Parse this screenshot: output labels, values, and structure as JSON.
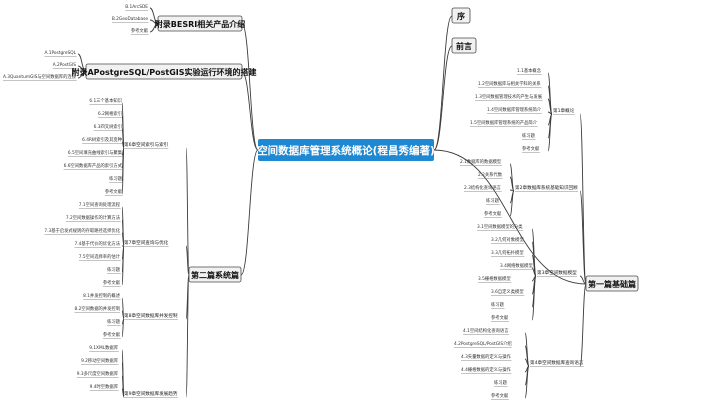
{
  "root": {
    "label": "空间数据库管理系统概论(程昌秀编著)"
  },
  "right": {
    "xu": "序",
    "qianyan": "前言",
    "part1": {
      "label": "第一篇基础篇",
      "chapters": [
        {
          "label": "第1章概论",
          "items": [
            "1.1基本概念",
            "1.2空间数据库与相关学科的关系",
            "1.3空间数据管理技术的产生与发展",
            "1.4空间数据库管理系统简介",
            "1.5空间数据库管理系统的产品简介",
            "练习题",
            "参考文献"
          ]
        },
        {
          "label": "第2章数据库系统基础知识回顾",
          "items": [
            "2.1数据库的数据模型",
            "2.2关系代数",
            "2.3结构化查询语言",
            "练习题",
            "参考文献"
          ]
        },
        {
          "label": "第3章空间数据模型",
          "items": [
            "3.1空间数据模型的分类",
            "3.2几何对象模型",
            "3.3几何拓扑模型",
            "3.4网络数据模型",
            "3.5栅格数据模型",
            "3.6自定义类模型",
            "练习题",
            "参考文献"
          ]
        },
        {
          "label": "第4章空间数据库查询语言",
          "items": [
            "4.1空间结构化查询语言",
            "4.2PostgreSQL/PostGIS介绍",
            "4.3矢量数据的定义与操作",
            "4.4栅格数据的定义与操作",
            "练习题",
            "参考文献"
          ]
        }
      ]
    }
  },
  "left": {
    "appendixB": {
      "label": "附录BESRI相关产品介绍",
      "items": [
        "B.1ArcSDE",
        "B.2GeoDatabase",
        "参考文献"
      ]
    },
    "appendixA": {
      "label": "附录APostgreSQL/PostGIS实验运行环境的搭建",
      "items": [
        "A.1PostgreSQL",
        "A.2PostGIS",
        "A.3QuantumGIS与空间数据库的连接"
      ]
    },
    "part2": {
      "label": "第二篇系统篇",
      "chapters": [
        {
          "label": "第6章空间索引与索引",
          "items": [
            "6.1三个基本知识",
            "6.2网格索引",
            "6.3四叉树索引",
            "6.4R树索引及其变种",
            "6.5空间填充曲线索引与聚集",
            "6.6空间数据库产品的索引方式",
            "练习题",
            "参考文献"
          ]
        },
        {
          "label": "第7章空间查询与优化",
          "items": [
            "7.1空间查询处理流程",
            "7.2空间数据操作的计算方法",
            "7.3基于启发式规则的存取路径选择优化",
            "7.4基于代价的优化方法",
            "7.5空间选择率的估计",
            "练习题",
            "参考文献"
          ]
        },
        {
          "label": "第8章空间数据库并发控制",
          "items": [
            "8.1并发控制的概述",
            "8.2空间数据的并发控制",
            "练习题",
            "参考文献"
          ]
        },
        {
          "label": "第9章空间数据库发展趋势",
          "items": [
            "9.1XML数据库",
            "9.2移动空间数据库",
            "9.3多尺度空间数据库",
            "9.4时空数据库"
          ]
        }
      ]
    }
  }
}
